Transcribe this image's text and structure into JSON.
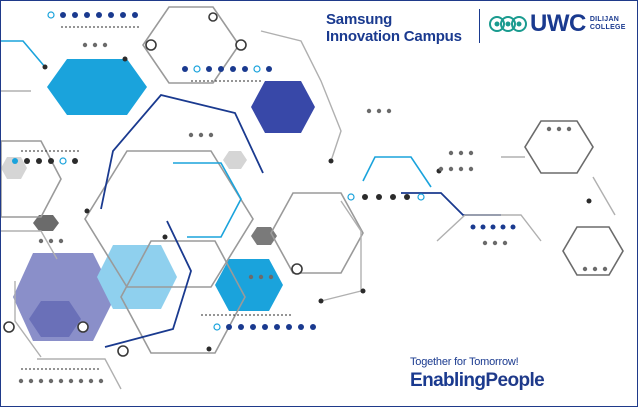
{
  "brand": {
    "line1": "Samsung",
    "line2": "Innovation Campus"
  },
  "partner": {
    "name": "UWC",
    "sub1": "DILIJAN",
    "sub2": "COLLEGE"
  },
  "tagline": "Together for Tomorrow!",
  "slogan": {
    "word1": "Enabling",
    "word2": "People"
  },
  "colors": {
    "navy": "#1a3a8f",
    "cyan": "#1aa3dc",
    "light_cyan": "#8fd0ee",
    "lavender": "#8a8fc9",
    "gray": "#8c8c8c",
    "dark": "#2b2b2b"
  }
}
